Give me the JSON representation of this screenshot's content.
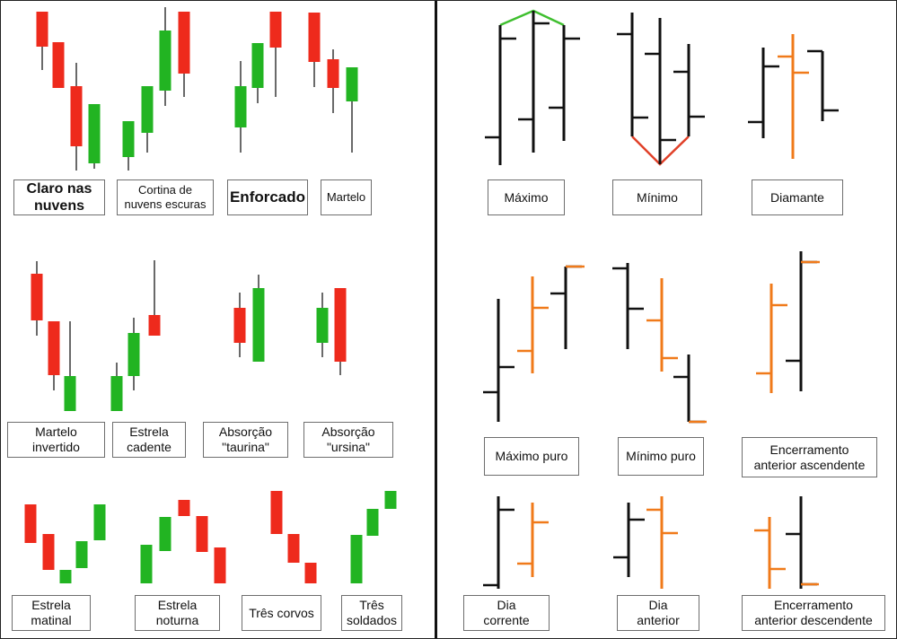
{
  "colors": {
    "bull": "#22b422",
    "bear": "#ee2a1c",
    "wick": "#444444",
    "ohlc": "#111111",
    "highlight": "#f07a1a",
    "peak": "#3fbf2f",
    "trough": "#e04028"
  },
  "candlestick_patterns": [
    {
      "id": "claro",
      "label": "Claro nas\nnuvens"
    },
    {
      "id": "cortina",
      "label": "Cortina de\nnuvens escuras"
    },
    {
      "id": "enforcado",
      "label": "Enforcado"
    },
    {
      "id": "martelo",
      "label": "Martelo"
    },
    {
      "id": "martelo_invertido",
      "label": "Martelo\ninvertido"
    },
    {
      "id": "estrela_cadente",
      "label": "Estrela\ncadente"
    },
    {
      "id": "absorcao_taurina",
      "label": "Absorção\n\"taurina\""
    },
    {
      "id": "absorcao_ursina",
      "label": "Absorção\n\"ursina\""
    },
    {
      "id": "estrela_matinal",
      "label": "Estrela\nmatinal"
    },
    {
      "id": "estrela_noturna",
      "label": "Estrela\nnoturna"
    },
    {
      "id": "tres_corvos",
      "label": "Três corvos"
    },
    {
      "id": "tres_soldados",
      "label": "Três\nsoldados"
    }
  ],
  "bar_patterns": [
    {
      "id": "maximo",
      "label": "Máximo"
    },
    {
      "id": "minimo",
      "label": "Mínimo"
    },
    {
      "id": "diamante",
      "label": "Diamante"
    },
    {
      "id": "maximo_puro",
      "label": "Máximo puro"
    },
    {
      "id": "minimo_puro",
      "label": "Mínimo puro"
    },
    {
      "id": "enc_asc",
      "label": "Encerramento\nanterior ascendente"
    },
    {
      "id": "dia_corrente",
      "label": "Dia\ncorrente"
    },
    {
      "id": "dia_anterior",
      "label": "Dia\nanterior"
    },
    {
      "id": "enc_desc",
      "label": "Encerramento\nanterior descendente"
    }
  ]
}
